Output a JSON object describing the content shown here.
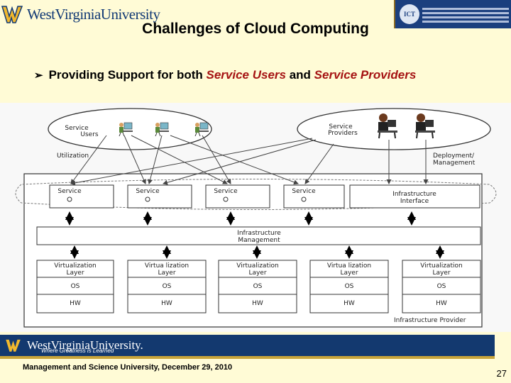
{
  "header": {
    "logo_text": "WestVirginiaUniversity",
    "title": "Challenges of Cloud Computing"
  },
  "bullet": {
    "prefix": "Providing Support for both ",
    "service_users": "Service Users",
    "middle": " and ",
    "service_providers": "Service Providers"
  },
  "diagram": {
    "users_label_1": "Service",
    "users_label_2": "Users",
    "providers_label_1": "Service",
    "providers_label_2": "Providers",
    "utilization": "Utilization",
    "deployment_1": "Deployment/",
    "deployment_2": "Management",
    "service_boxes": [
      "Service",
      "Service",
      "Service",
      "Service"
    ],
    "infra_interface_1": "Infrastructure",
    "infra_interface_2": "Interface",
    "infra_mgmt_1": "Infrastructure",
    "infra_mgmt_2": "Management",
    "stacks": [
      {
        "virt1": "Virtualization",
        "virt2": "Layer",
        "os": "OS",
        "hw": "HW"
      },
      {
        "virt1": "Virtua lization",
        "virt2": "Layer",
        "os": "OS",
        "hw": "HW"
      },
      {
        "virt1": "Virtualization",
        "virt2": "Layer",
        "os": "OS",
        "hw": "HW"
      },
      {
        "virt1": "Virtua lization",
        "virt2": "Layer",
        "os": "OS",
        "hw": "HW"
      },
      {
        "virt1": "Virtualization",
        "virt2": "Layer",
        "os": "OS",
        "hw": "HW"
      }
    ],
    "infra_provider": "Infrastructure Provider"
  },
  "footer": {
    "logo_text": "WestVirginiaUniversity.",
    "tagline": "Where Greatness is Learned",
    "caption": "Management and Science University, December 29, 2010",
    "page_number": "27"
  },
  "colors": {
    "background": "#fffbd6",
    "title_accent": "#a51212",
    "wvu_blue": "#13396f",
    "wvu_gold": "#c8a43a"
  }
}
